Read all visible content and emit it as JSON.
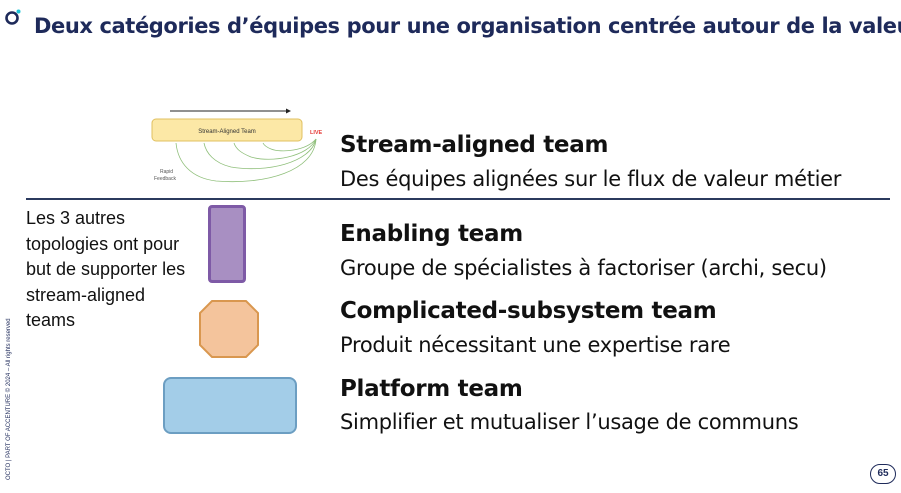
{
  "slide": {
    "title": "Deux catégories d’équipes pour une organisation centrée autour de la valeur",
    "side_note": "OCTO | PART OF ACCENTURE © 2024 – All rights reserved",
    "intro_text": "Les 3 autres topologies ont pour but de supporter les stream-aligned teams",
    "page_number": "65"
  },
  "diagram": {
    "bar_label": "Stream-Aligned Team",
    "live_label": "LIVE",
    "feedback_line1": "Rapid",
    "feedback_line2": "Feedback"
  },
  "teams": [
    {
      "name": "Stream-aligned team",
      "description": "Des équipes alignées sur le flux de valeur métier"
    },
    {
      "name": "Enabling team",
      "description": "Groupe de spécialistes à factoriser (archi, secu)"
    },
    {
      "name": "Complicated-subsystem team",
      "description": "Produit nécessitant une expertise rare"
    },
    {
      "name": "Platform team",
      "description": "Simplifier et mutualiser l’usage de communs"
    }
  ],
  "colors": {
    "title": "#1e2a5a",
    "enabling": "#a88fc2",
    "complicated": "#f4c49c",
    "platform": "#a3cde8",
    "stream_bar": "#fce8a6",
    "live": "#e53935"
  }
}
